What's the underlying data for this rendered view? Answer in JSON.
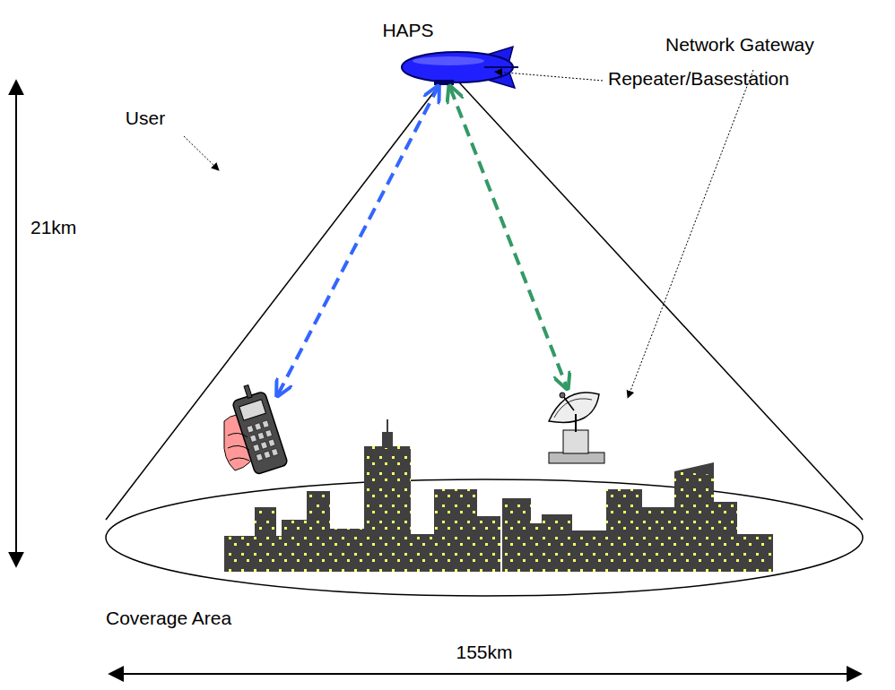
{
  "diagram": {
    "labels": [
      "HAPS",
      "Repeater/Basestation",
      "Network Gateway",
      "User",
      "21km",
      "Coverage Area",
      "155km"
    ]
  }
}
